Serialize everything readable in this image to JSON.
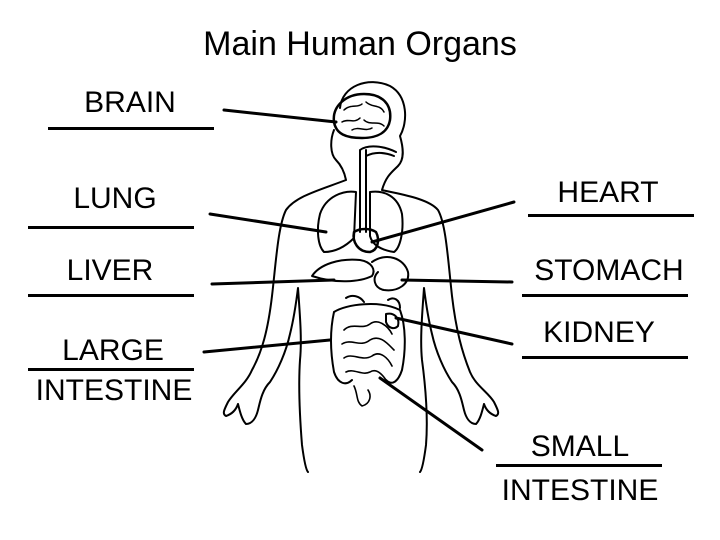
{
  "title": "Main Human Organs",
  "labels": {
    "brain": "BRAIN",
    "lung": "LUNG",
    "liver": "LIVER",
    "large_intestine_1": "LARGE",
    "large_intestine_2": "INTESTINE",
    "heart": "HEART",
    "stomach": "STOMACH",
    "kidney": "KIDNEY",
    "small_intestine_1": "SMALL",
    "small_intestine_2": "INTESTINE"
  },
  "colors": {
    "ink": "#000000",
    "background": "#ffffff"
  }
}
